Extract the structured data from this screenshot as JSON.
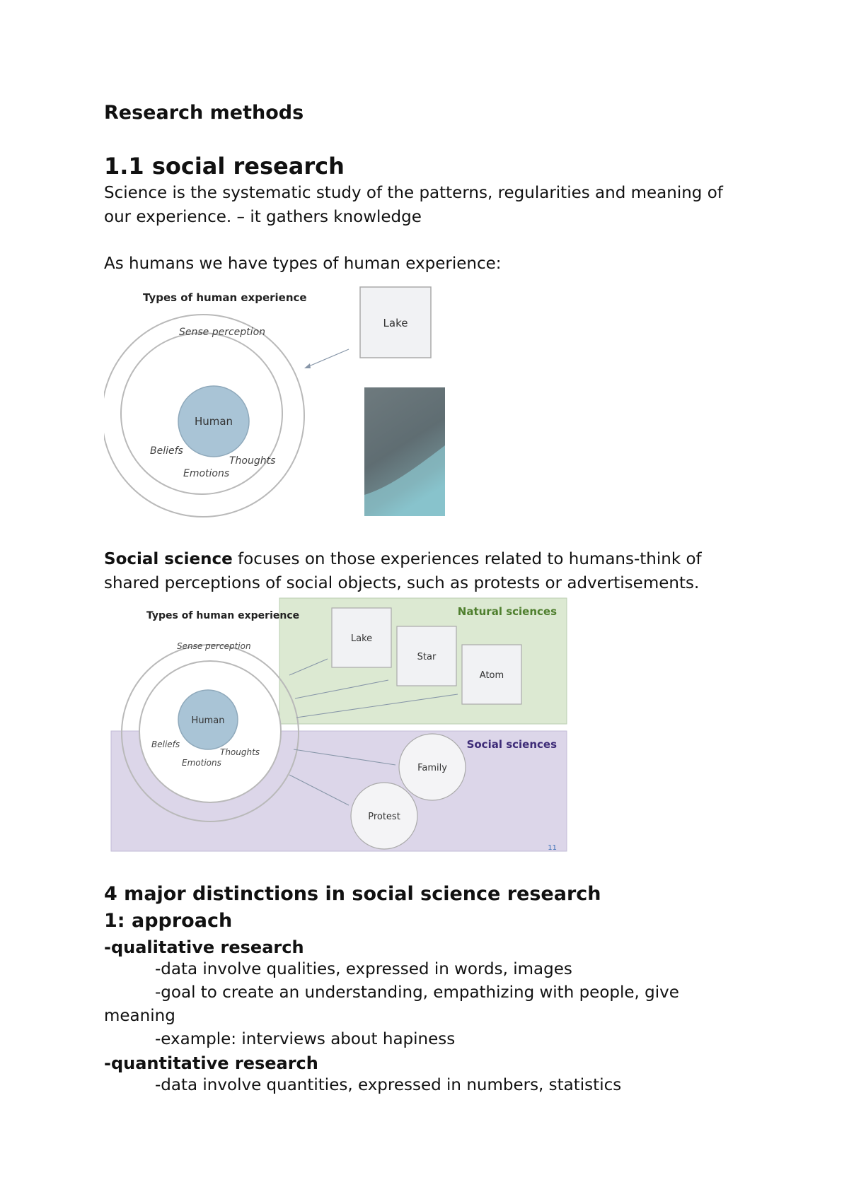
{
  "doc": {
    "title": "Research methods",
    "section_title": "1.1 social research",
    "intro_paragraph": "Science is the systematic study of the patterns, regularities and meaning of our experience. – it gathers knowledge",
    "types_intro": "As humans we have types of human experience:",
    "social_bold": "Social science",
    "social_rest": " focuses on those experiences related to humans-think of shared perceptions of social objects, such as protests or advertisements.",
    "distinctions_heading": "4 major distinctions in social science research",
    "approach_heading": "1: approach",
    "qualitative": {
      "label": "-qualitative research",
      "items": [
        "-data involve qualities, expressed in words, images",
        "-goal to create an understanding, empathizing with people, give",
        "meaning",
        "-example: interviews about hapiness"
      ]
    },
    "quantitative": {
      "label": "-quantitative research",
      "items": [
        "-data involve quantities, expressed in numbers, statistics"
      ]
    }
  },
  "figure1": {
    "title": "Types of human experience",
    "ring_label": "Sense perception",
    "center_label": "Human",
    "labels": [
      "Beliefs",
      "Thoughts",
      "Emotions"
    ],
    "box_label": "Lake"
  },
  "figure2": {
    "title": "Types of human experience",
    "ring_label": "Sense perception",
    "center_label": "Human",
    "labels": [
      "Beliefs",
      "Thoughts",
      "Emotions"
    ],
    "natural_label": "Natural sciences",
    "natural_items": [
      "Lake",
      "Star",
      "Atom"
    ],
    "social_label": "Social sciences",
    "social_items": [
      "Family",
      "Protest"
    ],
    "slide_number": "11"
  },
  "colors": {
    "inner_circle": "#a9c4d6",
    "natural_bg": "#dce9d2",
    "social_bg": "#dcd6e9",
    "natural_text": "#4f7f2e",
    "social_text": "#3d2b77"
  }
}
